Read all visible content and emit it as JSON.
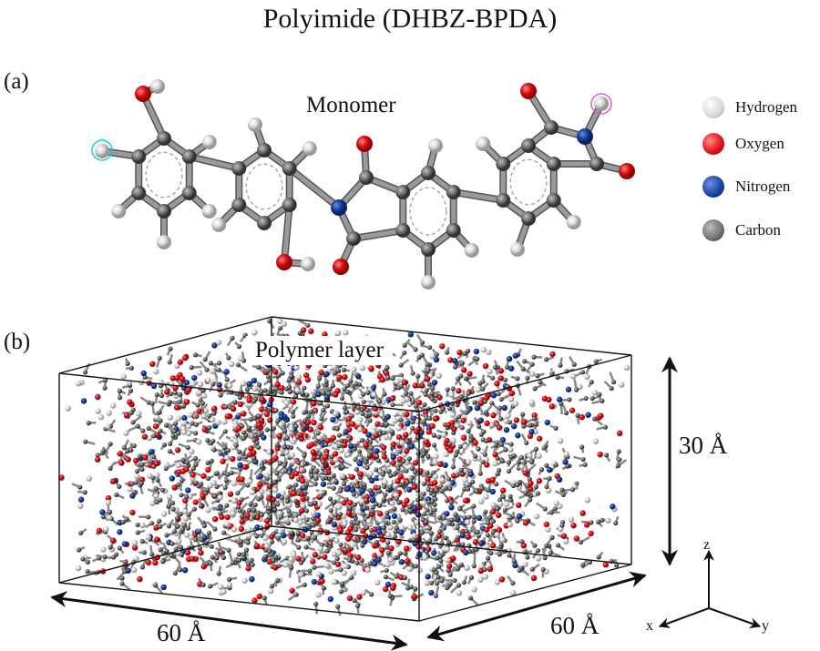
{
  "title": "Polyimide (DHBZ-BPDA)",
  "panel_a": {
    "label": "(a)",
    "caption": "Monomer"
  },
  "panel_b": {
    "label": "(b)",
    "caption": "Polymer layer"
  },
  "legend": [
    {
      "name": "Hydrogen",
      "color": "#e8e8e8"
    },
    {
      "name": "Oxygen",
      "color": "#e0161b"
    },
    {
      "name": "Nitrogen",
      "color": "#1a45a8"
    },
    {
      "name": "Carbon",
      "color": "#7a7a7a"
    }
  ],
  "dimensions": {
    "x_length": "60 Å",
    "y_length": "60 Å",
    "z_height": "30 Å"
  },
  "axes": {
    "x": "x",
    "y": "y",
    "z": "z"
  }
}
